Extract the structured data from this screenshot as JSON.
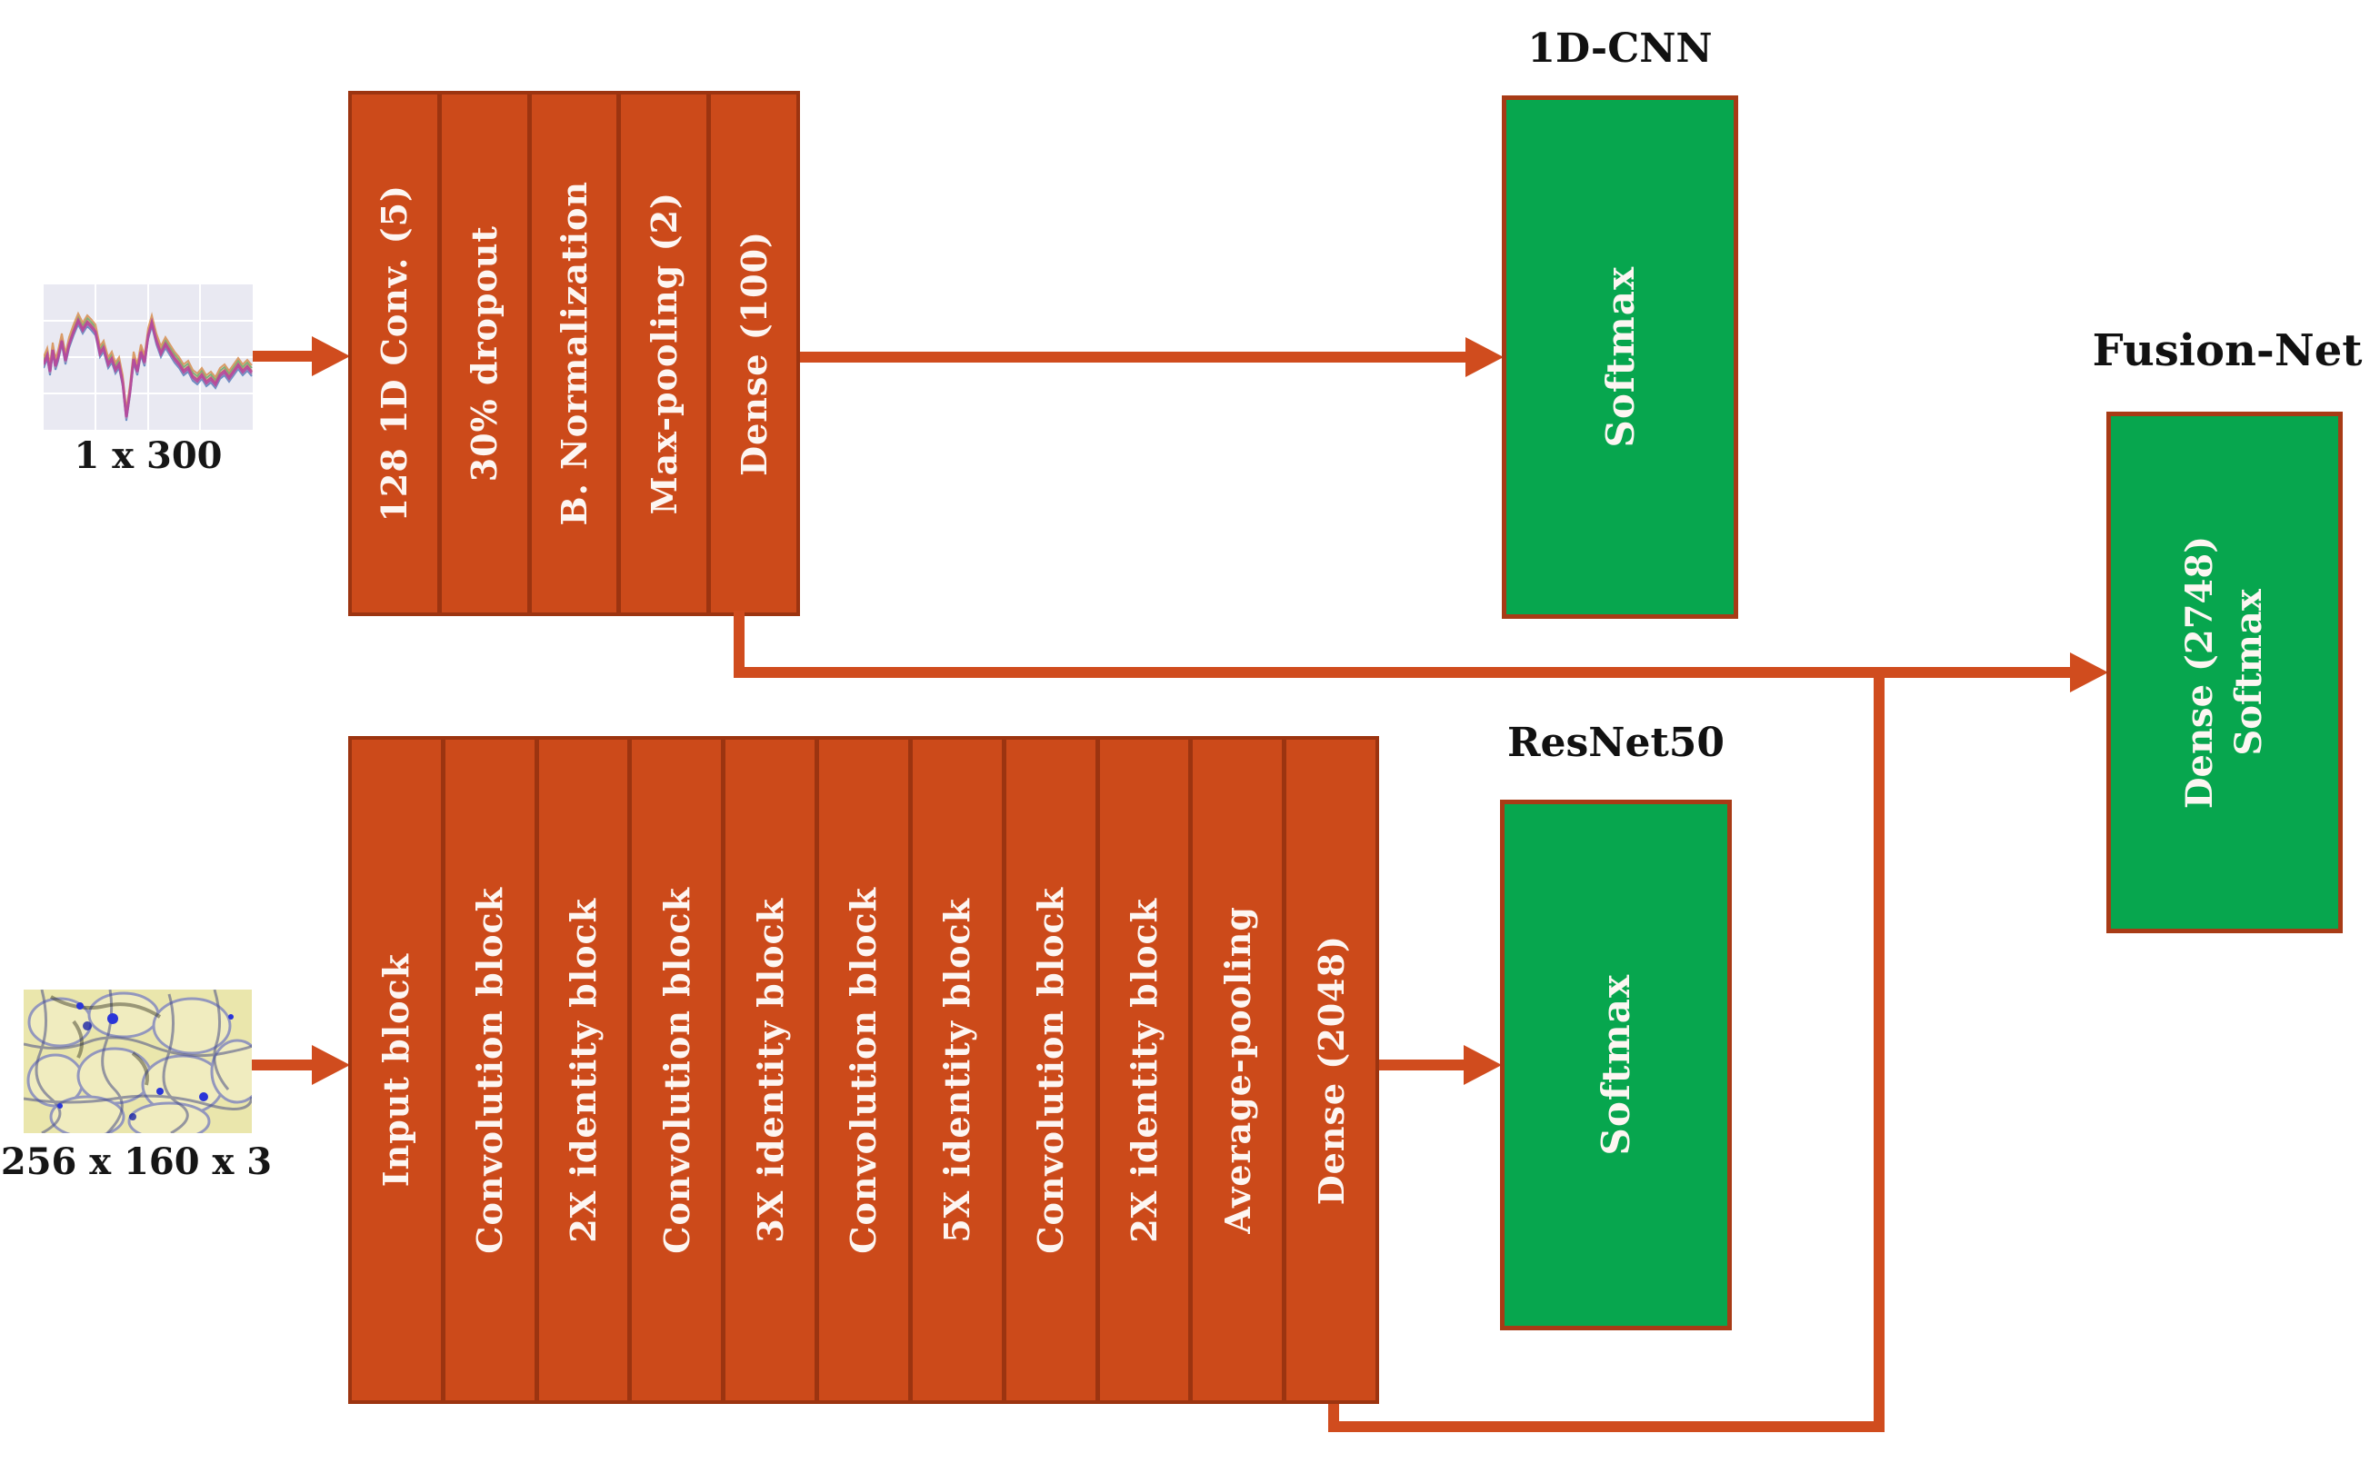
{
  "diagram": {
    "inputs": {
      "signal": {
        "label": "1 x 300",
        "thumbnail": "signal-waveform-thumbnail"
      },
      "image": {
        "label": "256 x 160 x 3",
        "thumbnail": "microscopy-texture-thumbnail"
      }
    },
    "cnn1d": {
      "title": "1D-CNN",
      "layers": [
        "128 1D Conv. (5)",
        "30% dropout",
        "B. Normalization",
        "Max-pooling (2)",
        "Dense (100)"
      ],
      "softmax_label": "Softmax"
    },
    "resnet50": {
      "title": "ResNet50",
      "layers": [
        "Input block",
        "Convolution block",
        "2X identity block",
        "Convolution block",
        "3X identity block",
        "Convolution block",
        "5X identity block",
        "Convolution block",
        "2X identity block",
        "Average-pooling",
        "Dense (2048)"
      ],
      "softmax_label": "Softmax"
    },
    "fusion": {
      "title": "Fusion-Net",
      "line1": "Dense (2748)",
      "line2": "Softmax"
    },
    "colors": {
      "block_fill": "#CC4A1A",
      "block_border": "#9C3410",
      "green_fill": "#07A64E",
      "green_border": "#A83B16",
      "arrow": "#D04C1E",
      "text_on_block": "#FDF6F2",
      "title_text": "#111111"
    }
  }
}
